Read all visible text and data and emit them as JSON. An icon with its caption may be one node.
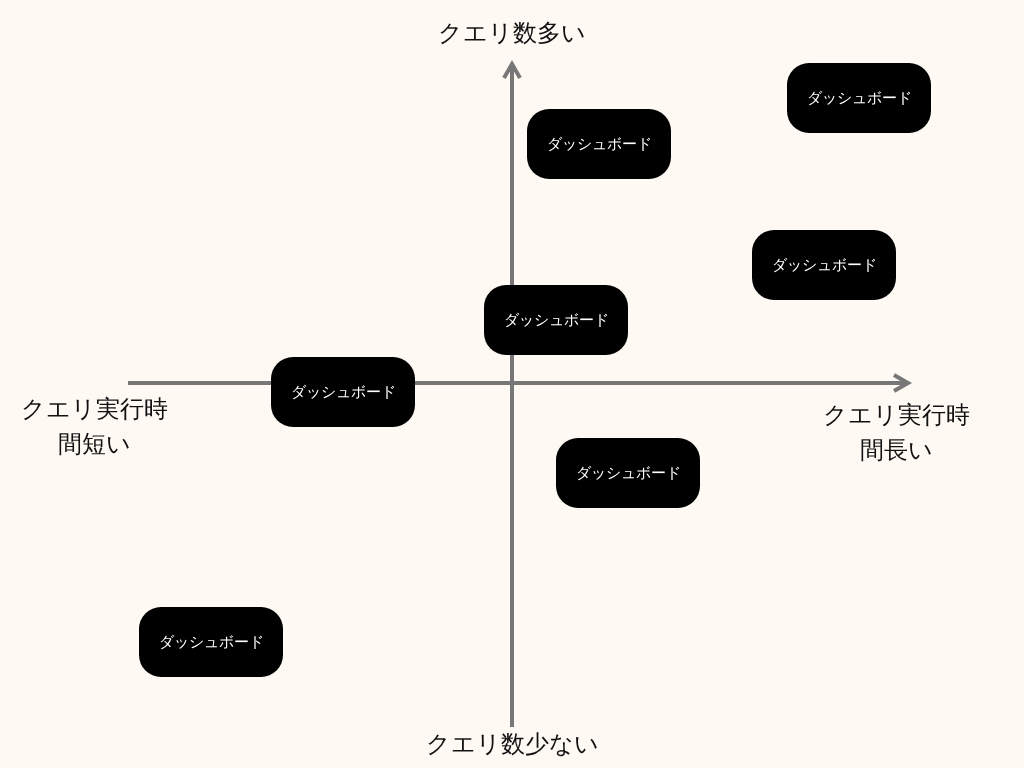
{
  "diagram": {
    "nodes": [
      {
        "text": [
          "ダッシュボード"
        ]
      },
      {
        "text": [
          "ダッシュボード"
        ]
      },
      {
        "text": [
          "ダッシュボード"
        ]
      },
      {
        "text": [
          "ダッシュボード"
        ]
      },
      {
        "text": [
          "ダッシュボード"
        ]
      },
      {
        "text": [
          "ダッシュボード"
        ]
      },
      {
        "text": [
          "ダッシュボード"
        ]
      }
    ],
    "labels": [
      "クエリ数多い",
      "クエリ実行時間短い",
      "クエリ実行時間長い",
      "クエリ数少ない"
    ]
  }
}
